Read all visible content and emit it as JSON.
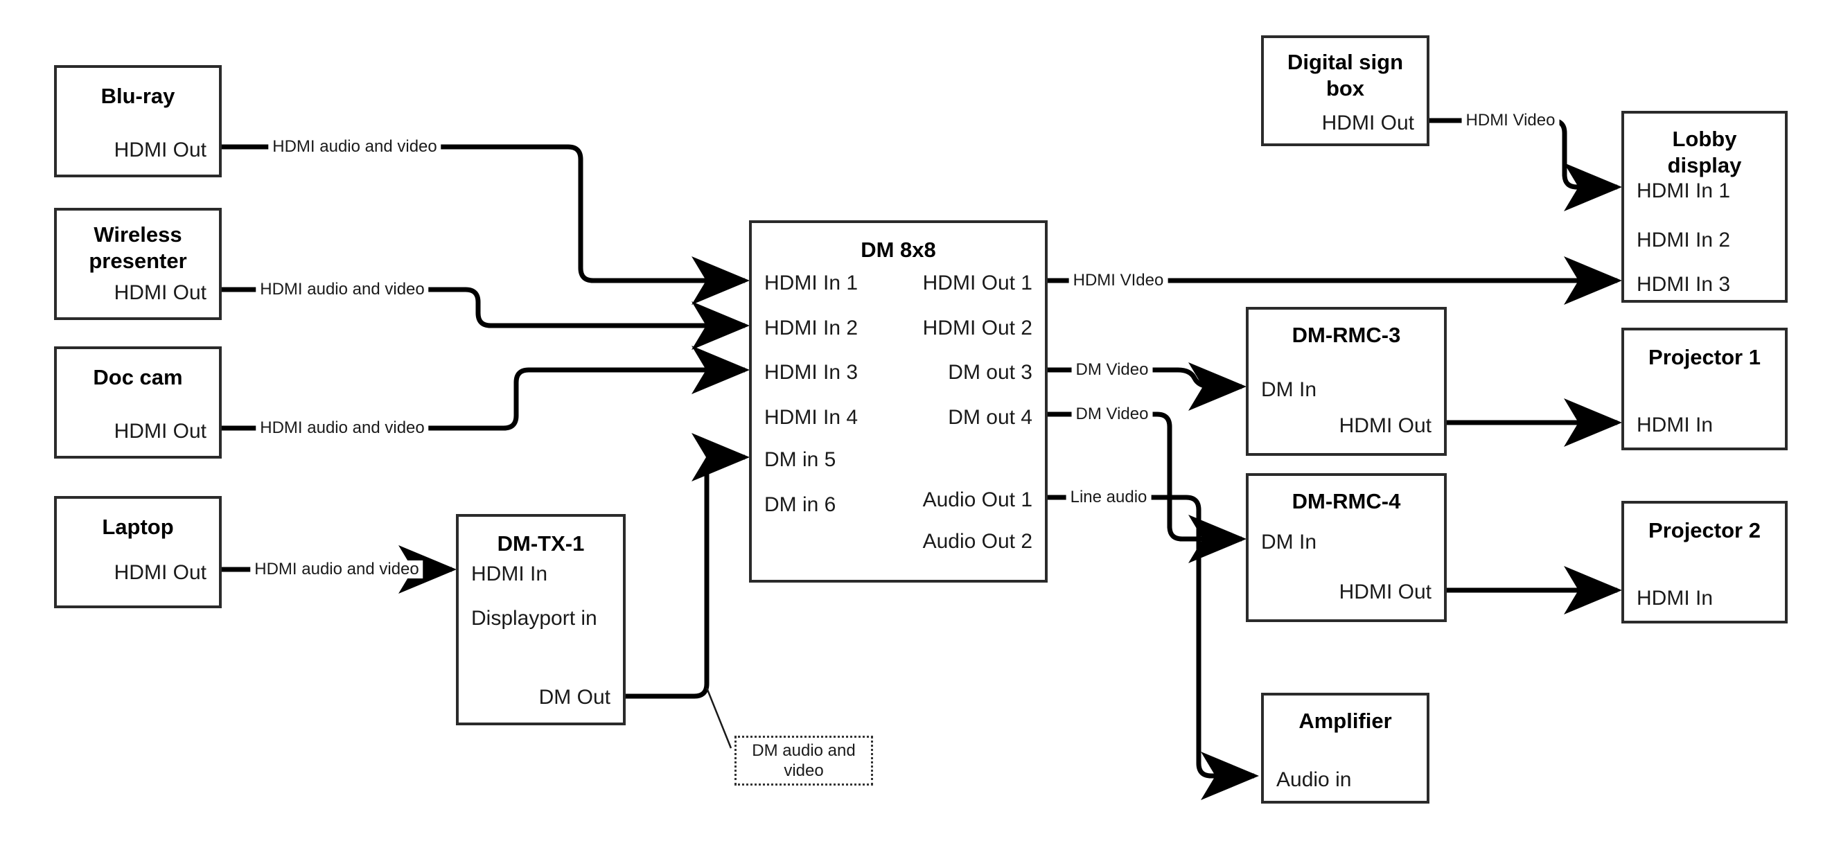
{
  "diagram": {
    "title": "AV signal flow diagram",
    "stroke_color": "#2b2b2b",
    "wire_color": "#000000",
    "background": "#ffffff"
  },
  "nodes": [
    {
      "id": "blu-ray",
      "title": "Blu-ray",
      "ports": [
        {
          "label": "HDMI Out",
          "side": "right"
        }
      ]
    },
    {
      "id": "wireless-presenter",
      "title": "Wireless presenter",
      "ports": [
        {
          "label": "HDMI Out",
          "side": "right"
        }
      ]
    },
    {
      "id": "doc-cam",
      "title": "Doc cam",
      "ports": [
        {
          "label": "HDMI Out",
          "side": "right"
        }
      ]
    },
    {
      "id": "laptop",
      "title": "Laptop",
      "ports": [
        {
          "label": "HDMI Out",
          "side": "right"
        }
      ]
    },
    {
      "id": "dm-tx-1",
      "title": "DM-TX-1",
      "ports": [
        {
          "label": "HDMI In",
          "side": "left"
        },
        {
          "label": "Displayport in",
          "side": "left"
        },
        {
          "label": "DM Out",
          "side": "right"
        }
      ]
    },
    {
      "id": "dm-8x8",
      "title": "DM 8x8",
      "ports": [
        {
          "label": "HDMI In 1",
          "side": "left"
        },
        {
          "label": "HDMI In 2",
          "side": "left"
        },
        {
          "label": "HDMI In 3",
          "side": "left"
        },
        {
          "label": "HDMI In 4",
          "side": "left"
        },
        {
          "label": "DM in 5",
          "side": "left"
        },
        {
          "label": "DM in 6",
          "side": "left"
        },
        {
          "label": "HDMI Out 1",
          "side": "right"
        },
        {
          "label": "HDMI Out 2",
          "side": "right"
        },
        {
          "label": "DM out 3",
          "side": "right"
        },
        {
          "label": "DM out 4",
          "side": "right"
        },
        {
          "label": "Audio Out 1",
          "side": "right"
        },
        {
          "label": "Audio Out 2",
          "side": "right"
        }
      ]
    },
    {
      "id": "digital-sign-box",
      "title": "Digital sign box",
      "ports": [
        {
          "label": "HDMI Out",
          "side": "right"
        }
      ]
    },
    {
      "id": "lobby-display",
      "title": "Lobby display",
      "ports": [
        {
          "label": "HDMI In 1",
          "side": "left"
        },
        {
          "label": "HDMI In 2",
          "side": "left"
        },
        {
          "label": "HDMI In 3",
          "side": "left"
        }
      ]
    },
    {
      "id": "dm-rmc-3",
      "title": "DM-RMC-3",
      "ports": [
        {
          "label": "DM In",
          "side": "left"
        },
        {
          "label": "HDMI Out",
          "side": "right"
        }
      ]
    },
    {
      "id": "dm-rmc-4",
      "title": "DM-RMC-4",
      "ports": [
        {
          "label": "DM In",
          "side": "left"
        },
        {
          "label": "HDMI Out",
          "side": "right"
        }
      ]
    },
    {
      "id": "projector-1",
      "title": "Projector 1",
      "ports": [
        {
          "label": "HDMI In",
          "side": "left"
        }
      ]
    },
    {
      "id": "projector-2",
      "title": "Projector 2",
      "ports": [
        {
          "label": "HDMI In",
          "side": "left"
        }
      ]
    },
    {
      "id": "amplifier",
      "title": "Amplifier",
      "ports": [
        {
          "label": "Audio in",
          "side": "left"
        }
      ]
    }
  ],
  "wire_labels": [
    {
      "id": "blu-ray-to-dm",
      "text": "HDMI audio and video"
    },
    {
      "id": "wireless-to-dm",
      "text": "HDMI audio and video"
    },
    {
      "id": "doccam-to-dm",
      "text": "HDMI audio and video"
    },
    {
      "id": "laptop-to-tx",
      "text": "HDMI audio and video"
    },
    {
      "id": "dm-hdmi-out-1",
      "text": "HDMI VIdeo"
    },
    {
      "id": "dm-out-3",
      "text": "DM Video"
    },
    {
      "id": "dm-out-4",
      "text": "DM Video"
    },
    {
      "id": "dm-audio-out-1",
      "text": "Line audio"
    },
    {
      "id": "sign-to-lobby",
      "text": "HDMI Video"
    }
  ],
  "annotations": [
    {
      "id": "dm-audio-video-note",
      "text": "DM audio and video"
    }
  ]
}
